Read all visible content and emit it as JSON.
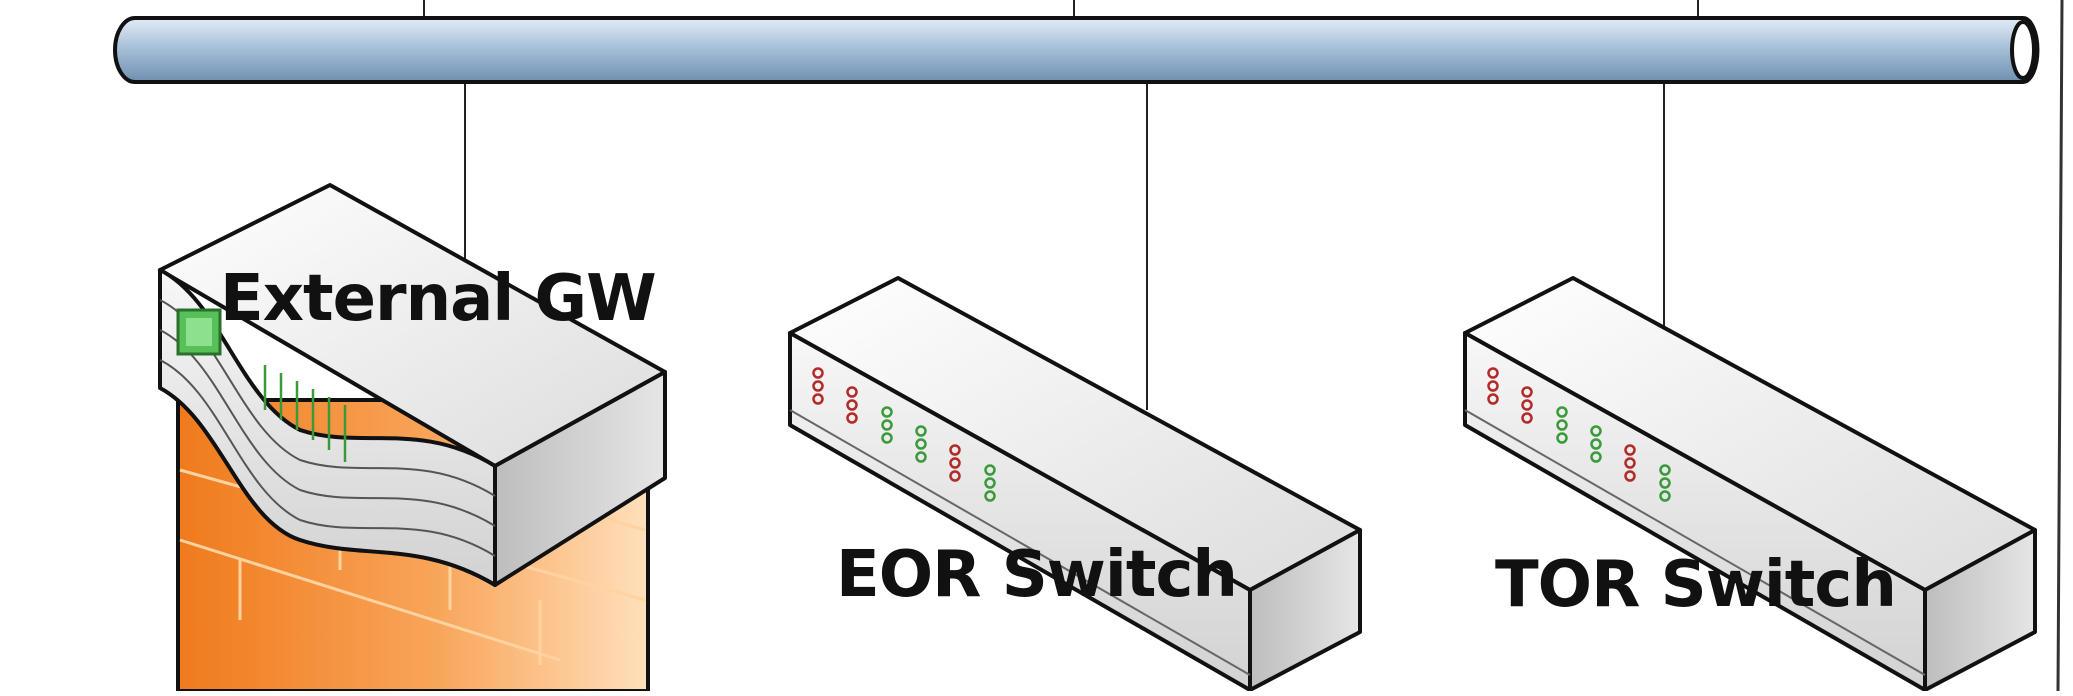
{
  "devices": {
    "gateway": {
      "label": "External GW",
      "icon": "firewall-router-icon"
    },
    "eor_switch": {
      "label": "EOR Switch",
      "icon": "network-switch-icon"
    },
    "tor_switch": {
      "label": "TOR Switch",
      "icon": "network-switch-icon"
    }
  },
  "network_bus": {
    "icon": "network-bus-pipe"
  },
  "colors": {
    "bus_light": "#d6e4f1",
    "bus_dark": "#7f9dbd",
    "outline": "#111111",
    "brick_light": "#ffd9a8",
    "brick_dark": "#f07d22",
    "device_face": "#f2f2f2",
    "device_side": "#c9c9c9",
    "led_red": "#b22a2a",
    "led_green": "#3a9a3a",
    "indicator_green": "#58c058"
  }
}
